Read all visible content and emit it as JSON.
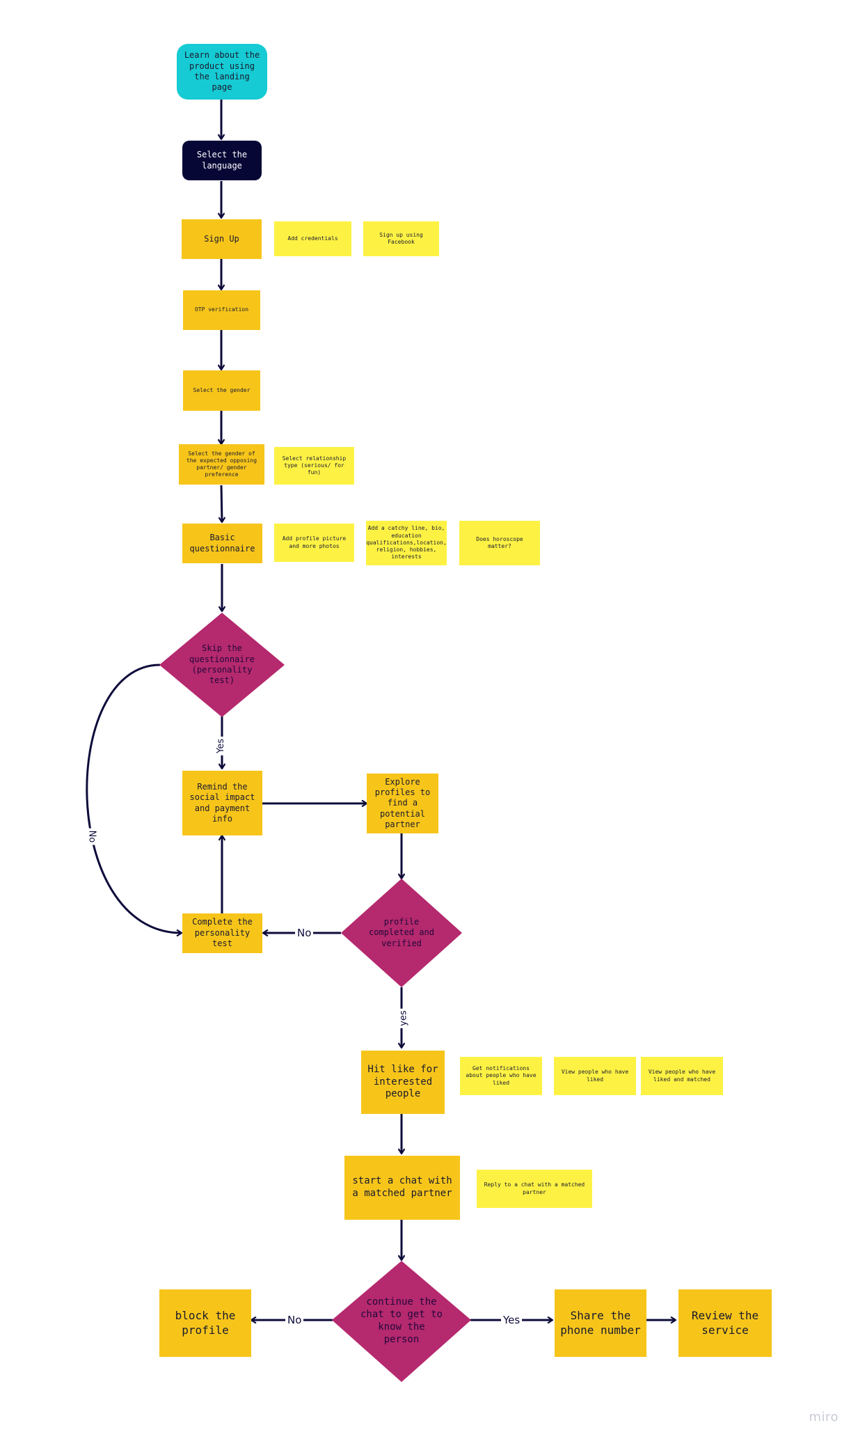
{
  "flow": {
    "start": "Learn about the product using the landing page",
    "language": "Select the language",
    "signup": "Sign Up",
    "signup_notes": [
      "Add credentials",
      "Sign up using Facebook"
    ],
    "otp": "OTP verification",
    "gender": "Select the gender",
    "preference": "Select the gender of the expected opposing partner/ gender preference",
    "preference_note": "Select relationship type (serious/ for fun)",
    "questionnaire": "Basic questionnaire",
    "questionnaire_notes": [
      "Add profile picture and more photos",
      "Add a catchy line, bio, education qualifications,location, religion, hobbies, interests",
      "Does horoscope matter?"
    ],
    "skip_decision": "Skip the questionnaire (personality test)",
    "remind": "Remind the social impact and payment info",
    "explore": "Explore profiles to find a potential partner",
    "complete_test": "Complete the personality test",
    "profile_decision": "profile completed and verified",
    "like": "Hit like for interested people",
    "like_notes": [
      "Get notifications about people who have liked",
      "View people who have liked",
      "View people who have liked and matched"
    ],
    "chat": "start a chat with a matched partner",
    "chat_note": "Reply to a chat with a matched partner",
    "continue_decision": "continue the chat to get to know the person",
    "block": "block the profile",
    "share": "Share the phone number",
    "review": "Review the service"
  },
  "labels": {
    "skip_yes": "Yes",
    "skip_no": "No",
    "profile_no": "No",
    "profile_yes": "yes",
    "continue_no": "No",
    "continue_yes": "Yes"
  },
  "brand": "miro",
  "colors": {
    "start": "#16cbd3",
    "language": "#070736",
    "step": "#f7c51a",
    "sticky": "#fdf244",
    "decision": "#b5296e",
    "connector": "#0d0b3a"
  }
}
